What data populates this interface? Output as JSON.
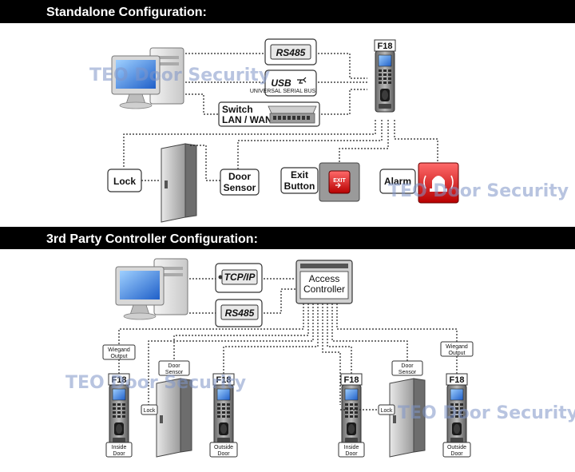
{
  "sections": {
    "standalone": {
      "title": "Standalone Configuration:"
    },
    "third_party": {
      "title": "3rd Party Controller  Configuration:"
    }
  },
  "standalone": {
    "rs485": "RS485",
    "usb": "USB",
    "usb_sub": "UNIVERSAL SERIAL BUS",
    "switch_line1": "Switch",
    "switch_line2": "LAN / WAN",
    "f18": "F18",
    "lock": "Lock",
    "door_sensor_line1": "Door",
    "door_sensor_line2": "Sensor",
    "exit_line1": "Exit",
    "exit_line2": "Button",
    "exit_sign": "EXIT",
    "alarm": "Alarm"
  },
  "third_party": {
    "tcpip": "TCP/IP",
    "rs485": "RS485",
    "controller_line1": "Access",
    "controller_line2": "Controller",
    "wiegand_line1": "Wiegand",
    "wiegand_line2": "Output",
    "door_sensor_line1": "Door",
    "door_sensor_line2": "Sensor",
    "lock": "Lock",
    "f18": "F18",
    "inside_line1": "Inside",
    "inside_line2": "Door",
    "outside_line1": "Outside",
    "outside_line2": "Door"
  },
  "watermark": "TEO Door Security",
  "colors": {
    "banner": "#000000",
    "exit_red": "#d11a1a",
    "alarm_red": "#c81414",
    "device_grey": "#8a8a8a",
    "screen_blue": "#2f6fd6"
  }
}
